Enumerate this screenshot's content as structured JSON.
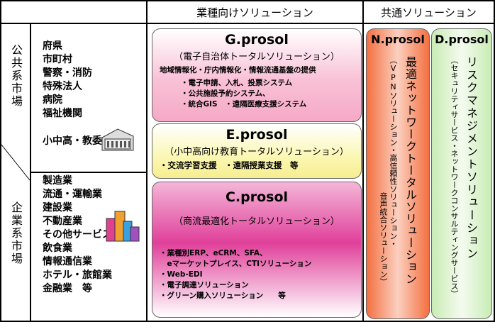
{
  "header": {
    "industry": "業種向けソリューション",
    "common": "共通ソリューション"
  },
  "markets": {
    "public": {
      "label": "公共系市場",
      "items": [
        "府県",
        "市町村",
        "警察・消防",
        "特殊法人",
        "病院",
        "福祉機関",
        "小中高・教委　等"
      ]
    },
    "enterprise": {
      "label": "企業系市場",
      "items": [
        "製造業",
        "流通・運輸業",
        "建設業",
        "不動産業",
        "その他サービス業",
        "飲食業",
        "情報通信業",
        "ホテル・旅館業",
        "金融業　等"
      ]
    }
  },
  "solutions": {
    "g": {
      "title": "G.prosol",
      "subtitle": "（電子自治体トータルソリューション）",
      "lead": "地域情報化・庁内情報化・情報流通基盤の提供",
      "items": [
        "・電子申請、入札、投票システム",
        "・公共施設予約システム、",
        "・統合GIS　・遠隔医療支援システム"
      ]
    },
    "e": {
      "title": "E.prosol",
      "subtitle": "（小中高向け教育トータルソリューション）",
      "items": [
        "・交流学習支援　・遠隔授業支援　等"
      ]
    },
    "c": {
      "title": "C.prosol",
      "subtitle": "（商流最適化トータルソリューション）",
      "items": [
        "・業種別ERP、eCRM、SFA、",
        "　eマーケットプレイス、CTIソリューション",
        "・Web-EDI",
        "・電子調達ソリューション",
        "・グリーン購入ソリューション　　等"
      ]
    },
    "n": {
      "title": "N.prosol",
      "main": "最適ネットワークトータルソリューション",
      "sub1": "（VPNソリューション・高信頼性ソリューション・",
      "sub2": "音声統合ソリューション）"
    },
    "d": {
      "title": "D.prosol",
      "main": "リスクマネジメントソリューション",
      "sub": "（セキュリティサービス・ネットワークコンサルティングサービス）"
    }
  },
  "colors": {
    "g": "#f9c1d6",
    "e": "#fbf7b4",
    "c": "#e0409a",
    "n": "#f37040",
    "d": "#c8ecb4"
  }
}
